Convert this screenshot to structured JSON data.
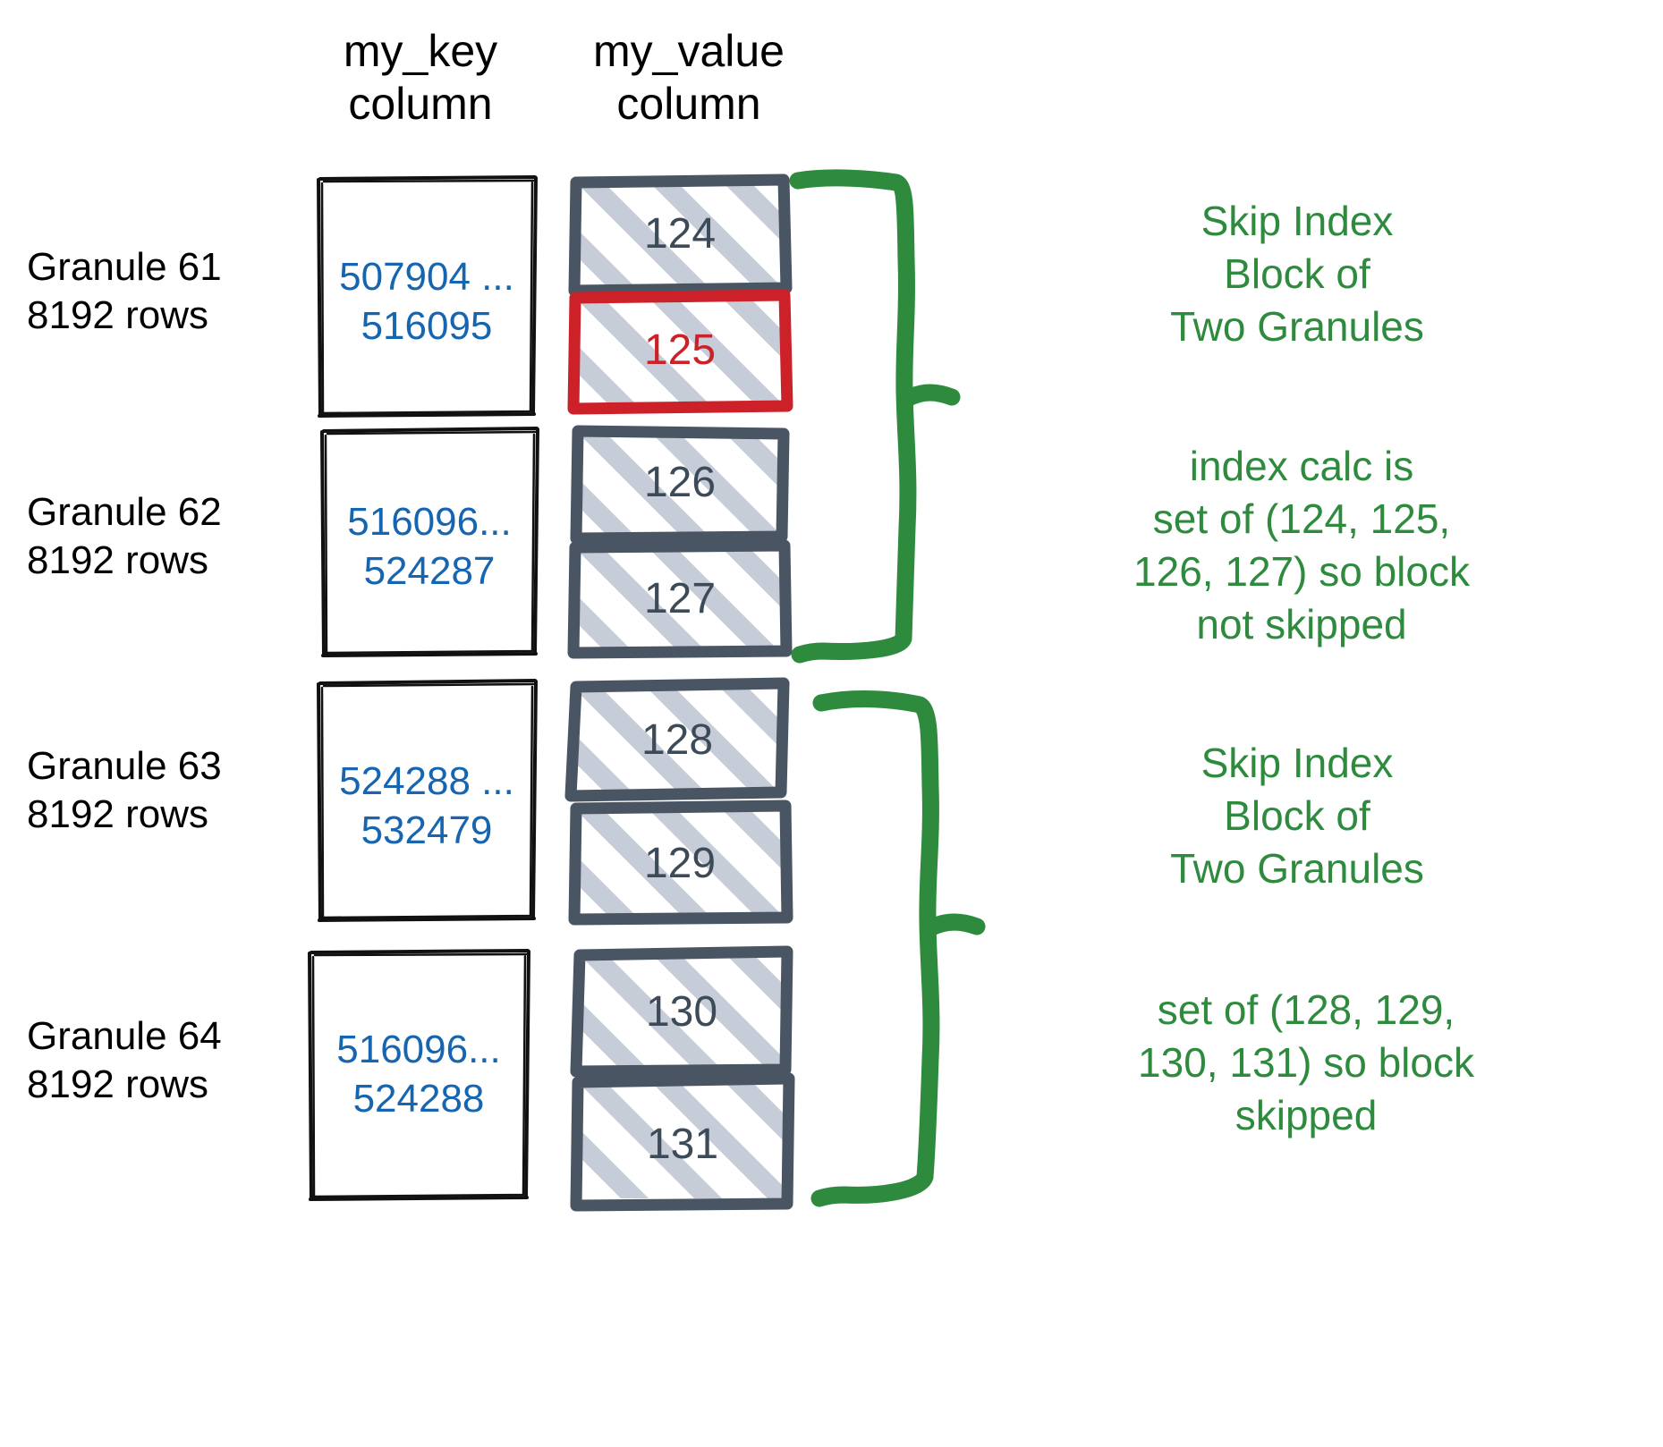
{
  "headers": {
    "key_column": "my_key\ncolumn",
    "value_column": "my_value\ncolumn"
  },
  "colors": {
    "key_text": "#1565b0",
    "value_text": "#3d4a58",
    "value_border": "#4a5563",
    "highlight_red": "#cc2128",
    "annotation_green": "#2e8b3e",
    "hatch": "#c7cdd8",
    "outline_black": "#111111",
    "background": "#ffffff"
  },
  "granules": [
    {
      "label": "Granule 61\n8192 rows",
      "key_range": "507904 ...\n516095",
      "values": [
        {
          "text": "124",
          "highlighted": false
        },
        {
          "text": "125",
          "highlighted": true
        }
      ]
    },
    {
      "label": "Granule 62\n8192 rows",
      "key_range": "516096...\n524287",
      "values": [
        {
          "text": "126",
          "highlighted": false
        },
        {
          "text": "127",
          "highlighted": false
        }
      ]
    },
    {
      "label": "Granule 63\n8192 rows",
      "key_range": "524288 ...\n532479",
      "values": [
        {
          "text": "128",
          "highlighted": false
        },
        {
          "text": "129",
          "highlighted": false
        }
      ]
    },
    {
      "label": "Granule 64\n8192 rows",
      "key_range": "516096...\n524288",
      "values": [
        {
          "text": "130",
          "highlighted": false
        },
        {
          "text": "131",
          "highlighted": false
        }
      ]
    }
  ],
  "annotations": [
    {
      "text": "Skip Index\nBlock of\nTwo Granules"
    },
    {
      "text": "index calc is\nset of (124, 125,\n126, 127) so block\nnot skipped"
    },
    {
      "text": "Skip Index\nBlock of\nTwo Granules"
    },
    {
      "text": "set of (128, 129,\n130, 131) so block\nskipped"
    }
  ]
}
